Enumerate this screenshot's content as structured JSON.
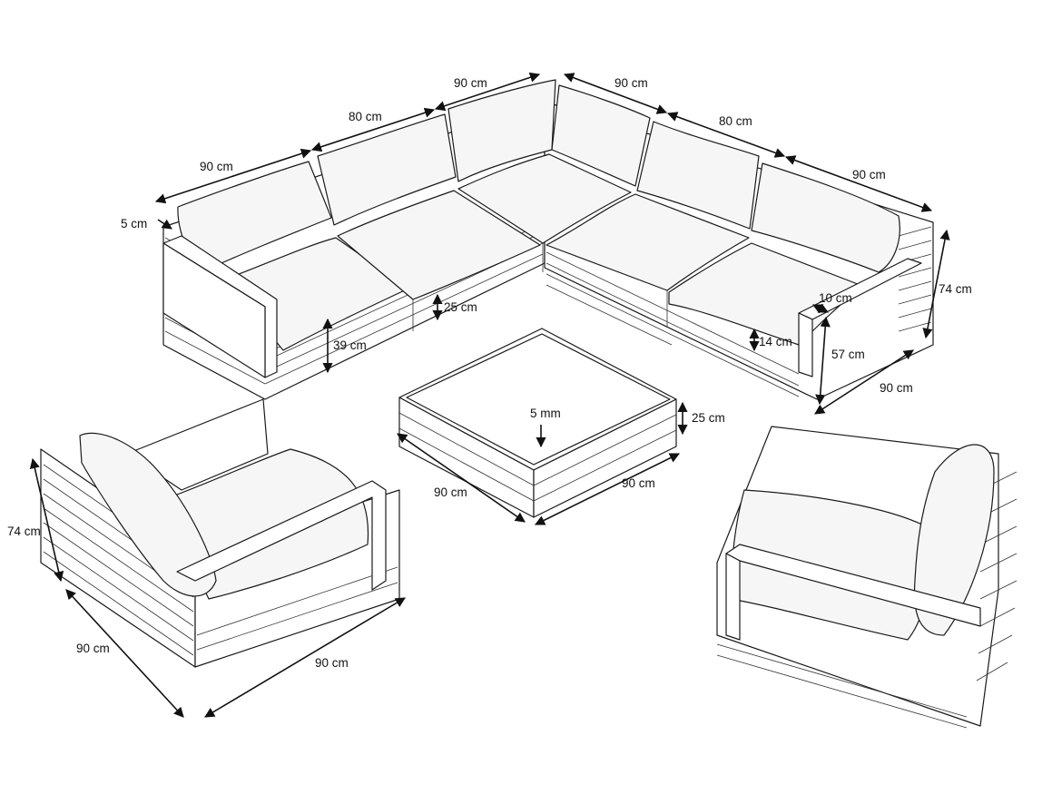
{
  "colors": {
    "stroke": "#1a1a1a",
    "background": "#ffffff",
    "cushion": "#f6f6f6"
  },
  "dimensions": {
    "top_left_90": "90 cm",
    "top_80_left": "80 cm",
    "top_90_mid_left": "90 cm",
    "top_90_mid_right": "90 cm",
    "top_80_right": "80 cm",
    "top_right_90": "90 cm",
    "slat_5": "5 cm",
    "cushion_25": "25 cm",
    "seat_39": "39 cm",
    "armrest_10": "10 cm",
    "cushion_14": "14 cm",
    "arm_57": "57 cm",
    "sofa_depth_90": "90 cm",
    "sofa_height_74": "74 cm",
    "table_glass_5mm": "5 mm",
    "table_height_25": "25 cm",
    "table_left_90": "90 cm",
    "table_right_90": "90 cm",
    "chairL_height_74": "74 cm",
    "chairL_depth_90": "90 cm",
    "chairL_width_90": "90 cm"
  }
}
